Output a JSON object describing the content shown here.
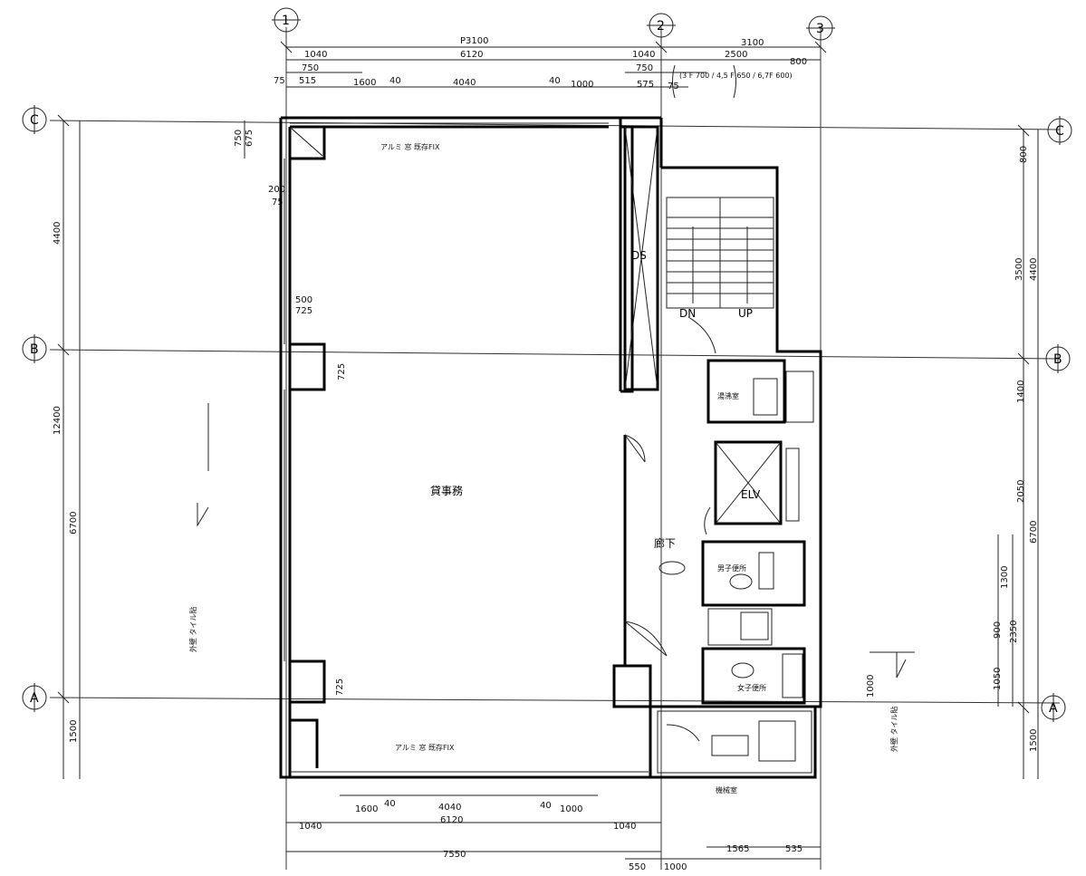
{
  "grid": {
    "columns": [
      "1",
      "2",
      "3"
    ],
    "rows": [
      "C",
      "B",
      "A"
    ]
  },
  "dims_top": {
    "row1": [
      "P3100",
      "6120",
      "1040",
      "3100"
    ],
    "row2": [
      "1040",
      "2500",
      "800"
    ],
    "row3": [
      "750",
      "750"
    ],
    "row4": [
      "75",
      "515",
      "1600",
      "40",
      "4040",
      "40",
      "1000",
      "575",
      "75"
    ],
    "floor_note": "(3 F 700 / 4,5 F 650 / 6,7F 600)"
  },
  "dims_bottom": {
    "row1": [
      "1600",
      "40",
      "4040",
      "40",
      "1000"
    ],
    "row2": [
      "1040",
      "6120",
      "1040"
    ],
    "row3": [
      "7550"
    ],
    "row4": [
      "550",
      "1000",
      "1565",
      "535"
    ]
  },
  "dims_left": [
    "4400",
    "12400",
    "6700",
    "1500",
    "750",
    "675",
    "200",
    "75",
    "500",
    "725",
    "725",
    "725"
  ],
  "dims_right": [
    "800",
    "3500",
    "4400",
    "1400",
    "2050",
    "6700",
    "1300",
    "900",
    "2350",
    "1050",
    "1000",
    "1500"
  ],
  "rooms": {
    "office": "貸事務",
    "corridor": "廊下",
    "elevator": "ELV",
    "stair_up": "UP",
    "stair_dn": "DN",
    "ds": "DS",
    "washroom_m": "男子便所",
    "washroom_f": "女子便所",
    "kitchen": "湯沸室",
    "machine": "機械室"
  },
  "notes": {
    "left_wall": "外壁 タイル貼",
    "top_window": "アルミ 窓 既存FIX",
    "bottom_window": "アルミ 窓 既存FIX",
    "right_wall": "外壁 タイル貼"
  }
}
